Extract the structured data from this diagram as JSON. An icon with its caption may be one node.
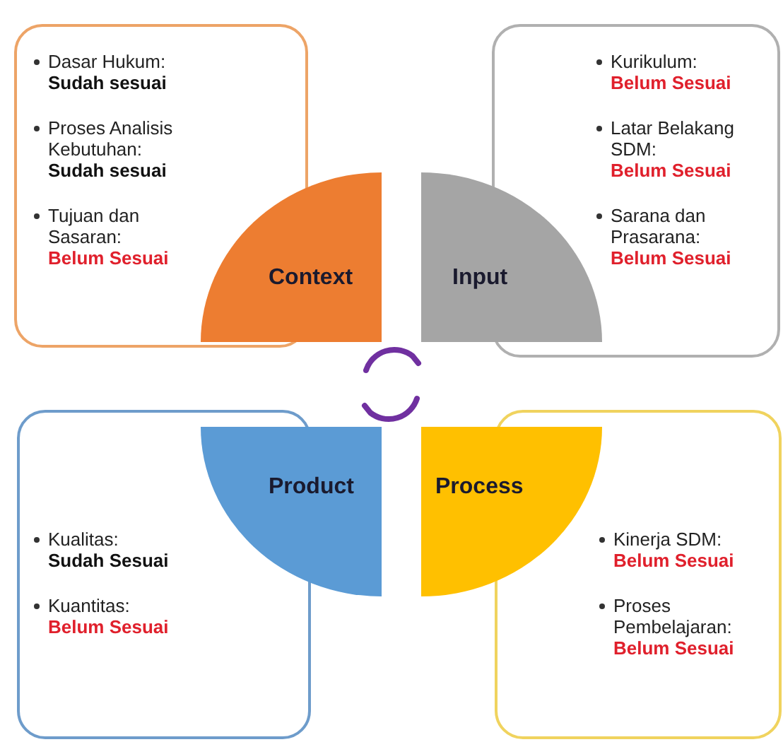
{
  "diagram": {
    "nodes": [
      {
        "text": [
          "Dasar Hukum:",
          "Sudah sesuai",
          "Proses Analisis Kebutuhan:",
          "Sudah sesuai",
          "Tujuan dan Sasaran:",
          "Belum Sesuai"
        ]
      },
      {
        "text": [
          "Context"
        ]
      },
      {
        "text": [
          "Input"
        ]
      },
      {
        "text": [
          "Kurikulum:",
          "Belum Sesuai",
          "Latar Belakang SDM:",
          "Belum Sesuai",
          "Sarana dan Prasarana:",
          "Belum Sesuai"
        ]
      },
      {
        "text": [
          "Kualitas:",
          "Sudah Sesuai",
          "Kuantitas:",
          "Belum Sesuai"
        ]
      },
      {
        "text": [
          "Product"
        ]
      },
      {
        "text": [
          "Process"
        ]
      },
      {
        "text": [
          "Kinerja SDM:",
          "Belum Sesuai",
          "Proses Pembelajaran:",
          "Belum Sesuai"
        ]
      }
    ],
    "edges": []
  }
}
